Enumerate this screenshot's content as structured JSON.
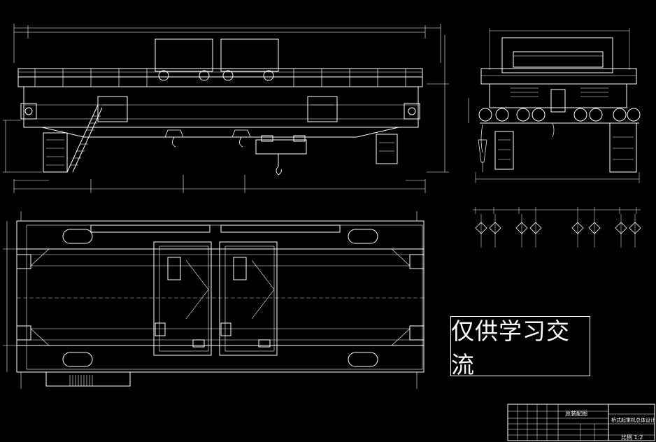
{
  "watermark": {
    "text": "仅供学习交流"
  },
  "title_block": {
    "drawing_title": "总装配图",
    "project_title": "桥式起重机总体设计",
    "scale_label": "比例 1:2"
  },
  "colors": {
    "background": "#000000",
    "line": "#ffffff"
  }
}
